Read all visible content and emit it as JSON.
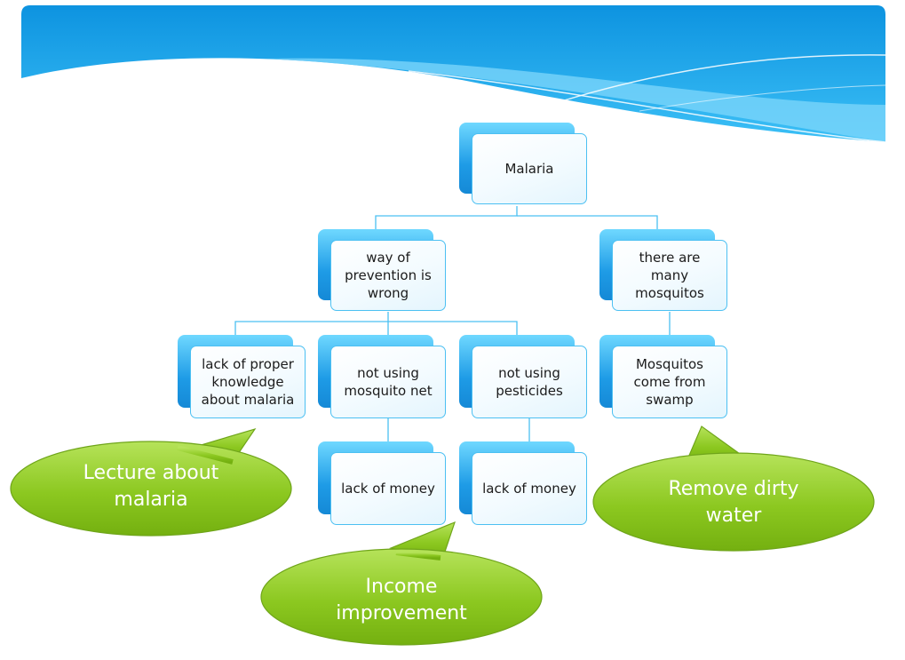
{
  "diagram": {
    "root": {
      "label": "Malaria"
    },
    "branches": [
      {
        "label": "way of\nprevention is\nwrong"
      },
      {
        "label": "there are\nmany\nmosquitos"
      }
    ],
    "causes": [
      {
        "label": "lack of proper\nknowledge\nabout malaria"
      },
      {
        "label": "not using\nmosquito net"
      },
      {
        "label": "not using\npesticides"
      },
      {
        "label": "Mosquitos\ncome from\nswamp"
      }
    ],
    "root_causes": [
      {
        "label": "lack of money"
      },
      {
        "label": "lack of money"
      }
    ]
  },
  "callouts": [
    {
      "text": "Lecture about\nmalaria"
    },
    {
      "text": "Income\nimprovement"
    },
    {
      "text": "Remove dirty\nwater"
    }
  ],
  "colors": {
    "banner": "#1aa7ec",
    "node_back": "#1e9be6",
    "node_border": "#4cc0f2",
    "connector": "#4cc0f2",
    "callout": "#8cc820"
  }
}
